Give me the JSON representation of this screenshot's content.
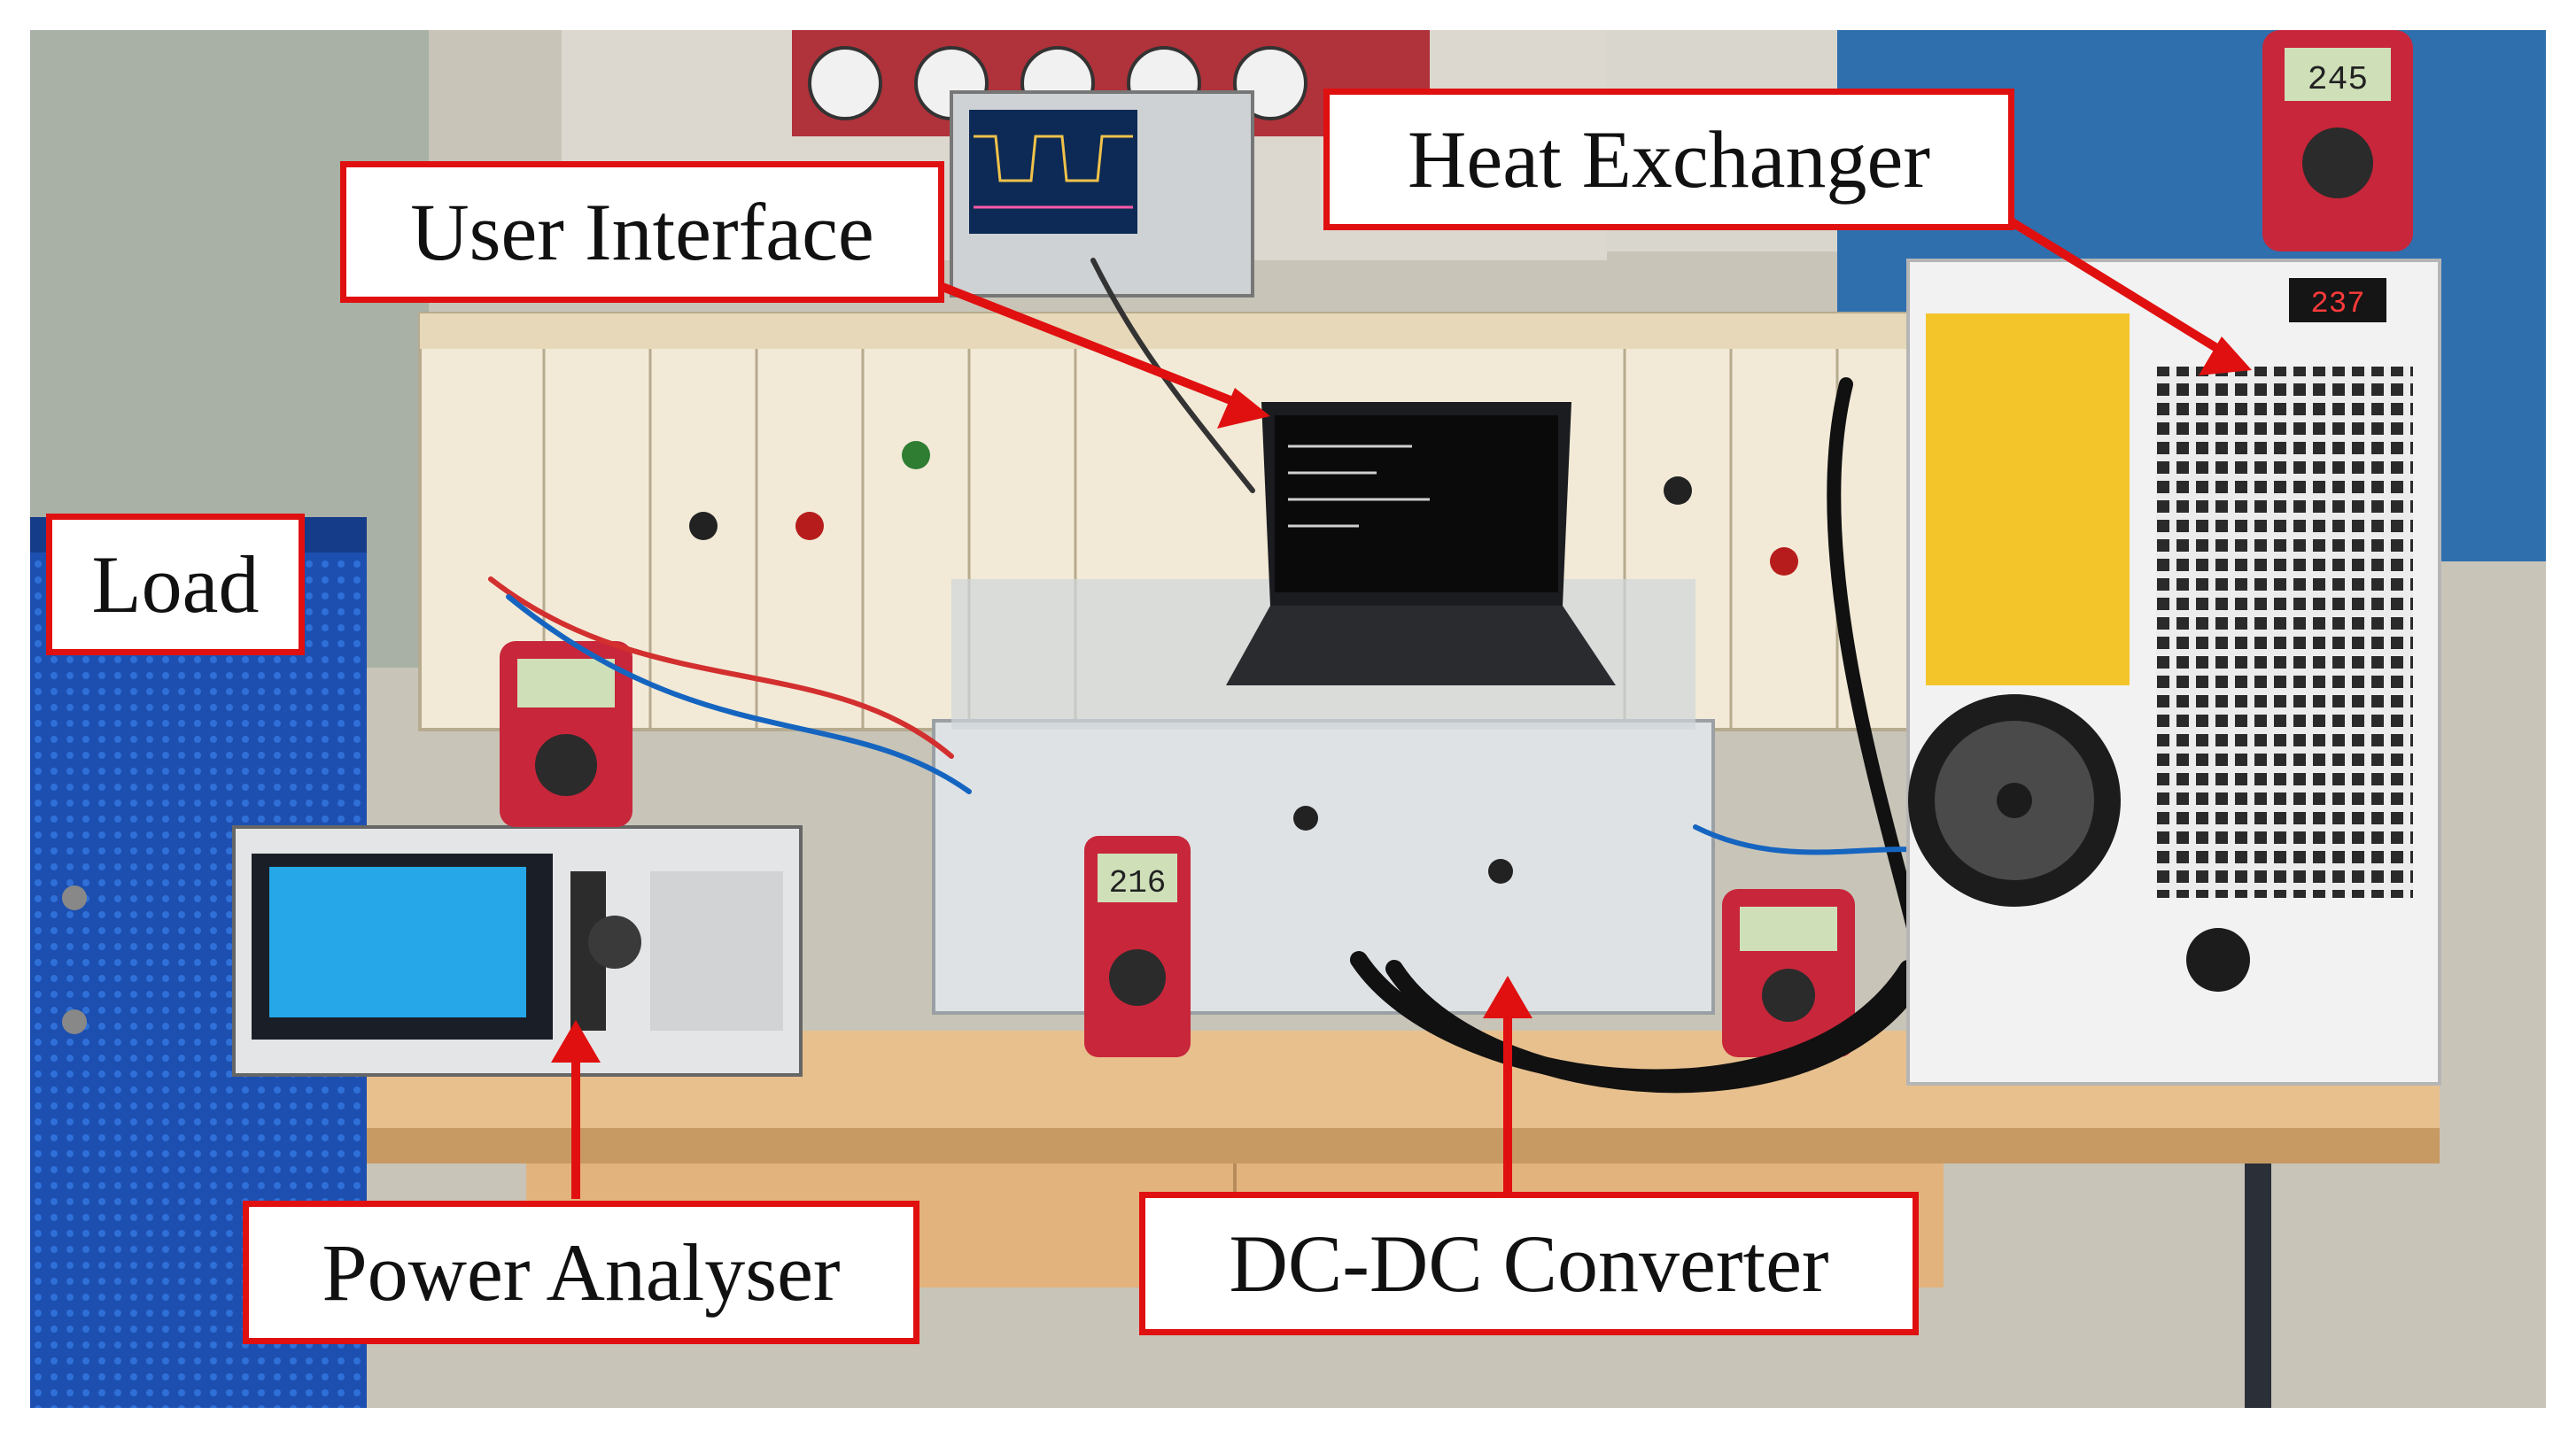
{
  "labels": {
    "load": "Load",
    "user_interface": "User Interface",
    "heat_exchanger": "Heat Exchanger",
    "power_analyser": "Power Analyser",
    "dcdc_converter": "DC-DC Converter"
  },
  "colors": {
    "annotation": "#e01010",
    "table_top": "#e8c08e",
    "wall_panels": "#2f6fae",
    "load_cabinet": "#1d4fb0",
    "enclosure": "#dfe2e4",
    "heat_exchanger": "#f2f2f2",
    "multimeter": "#c8263a",
    "laptop": "#1b1c1f",
    "lab_panel": "#f2ead7"
  },
  "readouts": {
    "multimeter_center": "216",
    "multimeter_top_right": "245",
    "heat_exchanger_display": "237"
  }
}
